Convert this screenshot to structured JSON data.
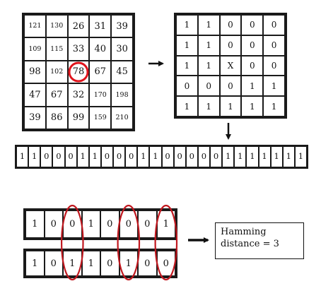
{
  "pixel_matrix": [
    [
      "121",
      "130",
      "26",
      "31",
      "39"
    ],
    [
      "109",
      "115",
      "33",
      "40",
      "30"
    ],
    [
      "98",
      "102",
      "78",
      "67",
      "45"
    ],
    [
      "47",
      "67",
      "32",
      "170",
      "198"
    ],
    [
      "39",
      "86",
      "99",
      "159",
      "210"
    ]
  ],
  "binary_matrix": [
    [
      "1",
      "1",
      "0",
      "0",
      "0"
    ],
    [
      "1",
      "1",
      "0",
      "0",
      "0"
    ],
    [
      "1",
      "1",
      "X",
      "0",
      "0"
    ],
    [
      "0",
      "0",
      "0",
      "1",
      "1"
    ],
    [
      "1",
      "1",
      "1",
      "1",
      "1"
    ]
  ],
  "code_bits": [
    "1",
    "1",
    "0",
    "0",
    "0",
    "1",
    "1",
    "0",
    "0",
    "0",
    "1",
    "1",
    "0",
    "0",
    "0",
    "0",
    "0",
    "1",
    "1",
    "1",
    "1",
    "1",
    "1",
    "1"
  ],
  "compare_a": [
    "1",
    "0",
    "0",
    "1",
    "0",
    "0",
    "0",
    "1"
  ],
  "compare_b": [
    "1",
    "0",
    "1",
    "1",
    "0",
    "1",
    "0",
    "0"
  ],
  "result": {
    "line1": "Hamming",
    "line2": "distance = 3"
  },
  "colors": {
    "highlight": "#e0141c",
    "ellipse": "#c0181f",
    "stroke": "#1a1a1a"
  }
}
